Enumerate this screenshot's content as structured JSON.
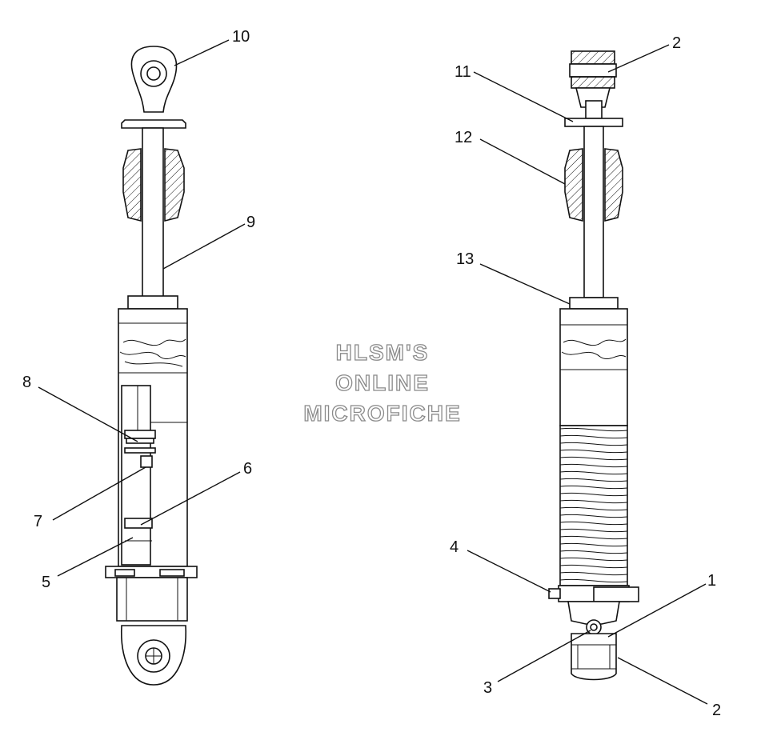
{
  "watermark": {
    "line1": "HLSM'S",
    "line2": "ONLINE",
    "line3": "MICROFICHE"
  },
  "callouts": {
    "c10": "10",
    "c9": "9",
    "c8": "8",
    "c7": "7",
    "c6": "6",
    "c5": "5",
    "c2_top": "2",
    "c11": "11",
    "c12": "12",
    "c13": "13",
    "c4": "4",
    "c1": "1",
    "c3": "3",
    "c2_bottom": "2"
  },
  "colors": {
    "line": "#111111",
    "hatch": "#111111",
    "watermark_outline": "#8a8a8a"
  }
}
